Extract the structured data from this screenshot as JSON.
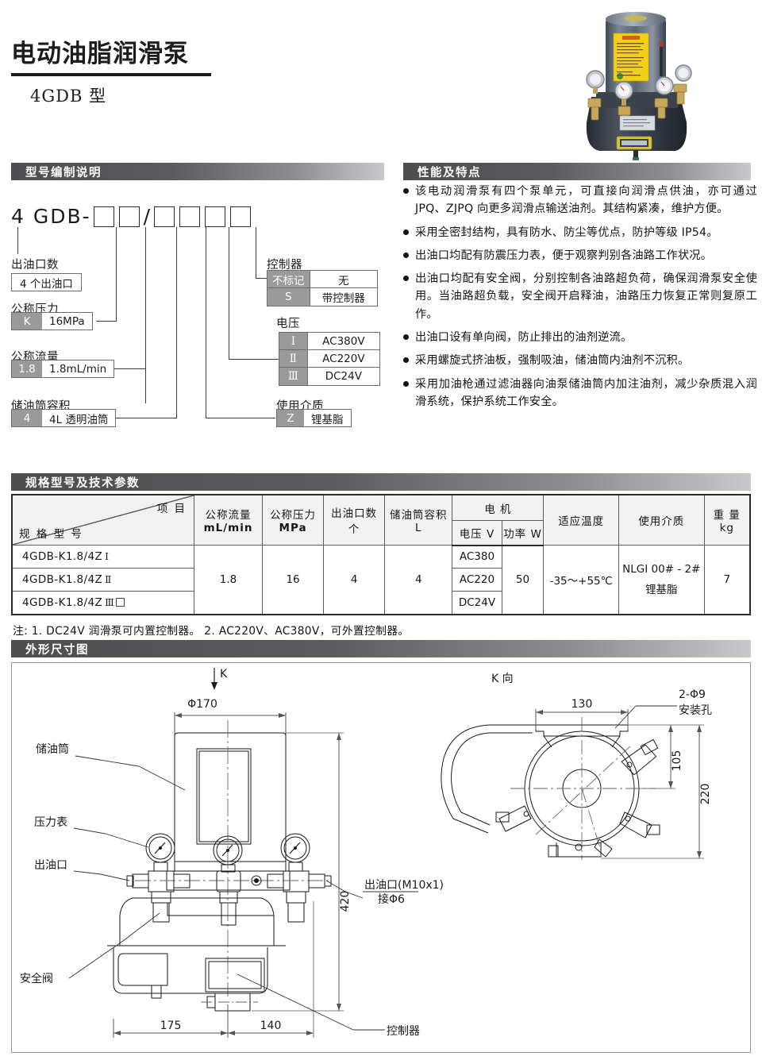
{
  "header": {
    "title": "电动油脂润滑泵",
    "subtitle": "4GDB 型"
  },
  "sections": {
    "model_code": "型号编制说明",
    "features": "性能及特点",
    "spec_table": "规格型号及技术参数",
    "dimensions": "外形尺寸图"
  },
  "model_code": {
    "prefix": "4 GDB",
    "dash": "-",
    "slash": "/",
    "box_count_left": 2,
    "box_count_right": 4,
    "items": [
      {
        "caption": "出油口数",
        "code": "",
        "desc": "4 个出油口"
      },
      {
        "caption": "公称压力",
        "code": "K",
        "desc": "16MPa"
      },
      {
        "caption": "公称流量",
        "code": "1.8",
        "desc": "1.8mL/min"
      },
      {
        "caption": "储油筒容积",
        "code": "4",
        "desc": "4L 透明油筒"
      }
    ],
    "controller": {
      "caption": "控制器",
      "rows": [
        {
          "code": "不标记",
          "desc": "无"
        },
        {
          "code": "S",
          "desc": "带控制器"
        }
      ]
    },
    "voltage": {
      "caption": "电压",
      "rows": [
        {
          "code": "Ⅰ",
          "desc": "AC380V"
        },
        {
          "code": "Ⅱ",
          "desc": "AC220V"
        },
        {
          "code": "Ⅲ",
          "desc": "DC24V"
        }
      ]
    },
    "medium": {
      "caption": "使用介质",
      "code": "Z",
      "desc": "锂基脂"
    }
  },
  "features": [
    "该电动润滑泵有四个泵单元，可直接向润滑点供油，亦可通过 JPQ、ZJPQ 向更多润滑点输送油剂。其结构紧凑，维护方便。",
    "采用全密封结构，具有防水、防尘等优点，防护等级 IP54。",
    "出油口均配有防震压力表，便于观察判别各油路工作状况。",
    "出油口均配有安全阀，分别控制各油路超负荷，确保润滑泵安全使用。当油路超负载，安全阀开启释油，油路压力恢复正常则复原工作。",
    "出油口设有单向阀，防止排出的油剂逆流。",
    "采用螺旋式挤油板，强制吸油，储油筒内油剂不沉积。",
    "采用加油枪通过滤油器向油泵储油筒内加注油剂，减少杂质混入润滑系统，保护系统工作安全。"
  ],
  "spec_table": {
    "corner_top_right": "项 目",
    "corner_bottom_left": "规 格 型 号",
    "columns": [
      {
        "label": "公称流量",
        "unit": "mL/min"
      },
      {
        "label": "公称压力",
        "unit": "MPa"
      },
      {
        "label": "出油口数",
        "unit": "个"
      },
      {
        "label": "储油筒容积",
        "unit": "L"
      }
    ],
    "motor_group": "电    机",
    "motor_sub": [
      {
        "label": "电压 V"
      },
      {
        "label": "功率 W"
      }
    ],
    "columns_right": [
      {
        "label": "适应温度",
        "unit": ""
      },
      {
        "label": "使用介质",
        "unit": ""
      },
      {
        "label": "重 量",
        "unit": "kg"
      }
    ],
    "models": [
      {
        "name": "4GDB-K1.8/4Z",
        "roman": "Ⅰ",
        "has_box": false
      },
      {
        "name": "4GDB-K1.8/4Z",
        "roman": "Ⅱ",
        "has_box": false
      },
      {
        "name": "4GDB-K1.8/4Z",
        "roman": "Ⅲ",
        "has_box": true
      }
    ],
    "values": {
      "flow": "1.8",
      "pressure": "16",
      "outlets": "4",
      "reservoir": "4",
      "voltages": [
        "AC380",
        "AC220",
        "DC24V"
      ],
      "power": "50",
      "temperature": "-35～+55℃",
      "medium_line1": "NLGI 00# - 2#",
      "medium_line2": "锂基脂",
      "weight": "7"
    },
    "note": "注: 1. DC24V 润滑泵可内置控制器。  2. AC220V、AC380V，可外置控制器。"
  },
  "dimension_drawing": {
    "view_arrow_label": "K",
    "view_k_label": "K 向",
    "labels": {
      "reservoir": "储油筒",
      "gauge": "压力表",
      "outlet": "出油口",
      "relief_valve": "安全阀",
      "controller": "控制器",
      "outlet_thread_line1": "出油口(M10x1)",
      "outlet_thread_line2": "接Φ6",
      "mount_hole_line1": "2-Φ9",
      "mount_hole_line2": "安装孔"
    },
    "dims": {
      "diameter_top": "Φ170",
      "height": "420",
      "width_left": "175",
      "width_right": "140",
      "top_width": "130",
      "top_half": "105",
      "top_total": "220"
    }
  },
  "colors": {
    "bar_dark": "#4e4e50",
    "bar_light": "#c9c9cb",
    "chip_key": "#9a9a9a",
    "ink": "#1a1a1a"
  }
}
